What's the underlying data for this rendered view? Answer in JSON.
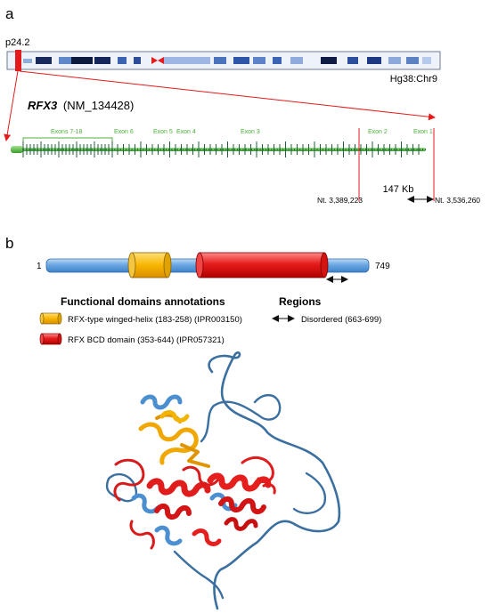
{
  "panels": {
    "a": "a",
    "b": "b"
  },
  "chromosome": {
    "band": "p24.2",
    "assembly": "Hg38:Chr9"
  },
  "gene": {
    "symbol": "RFX3",
    "accession": "(NM_134428)",
    "exon_labels": [
      "Exons 7-18",
      "Exon 6",
      "Exon 5",
      "Exon 4",
      "Exon 3",
      "Exon 2",
      "Exon 1"
    ],
    "span": "147 Kb",
    "coord_left": "Nt. 3,389,223",
    "coord_right": "Nt. 3,536,260"
  },
  "protein": {
    "start": "1",
    "end": "749",
    "domains_heading": "Functional domains annotations",
    "regions_heading": "Regions",
    "domains": [
      {
        "label": "RFX-type winged-helix (183-258) (IPR003150)",
        "color": "#f5b800"
      },
      {
        "label": "RFX BCD domain (353-644) (IPR057321)",
        "color": "#e81c1c"
      }
    ],
    "region": {
      "label": "Disordered (663-699)"
    },
    "backbone_color": "#5b9bd5"
  },
  "colors": {
    "exon_green": "#4caf3a",
    "marker_red": "#e41a1c",
    "structure_blue": "#2f6ea6"
  }
}
